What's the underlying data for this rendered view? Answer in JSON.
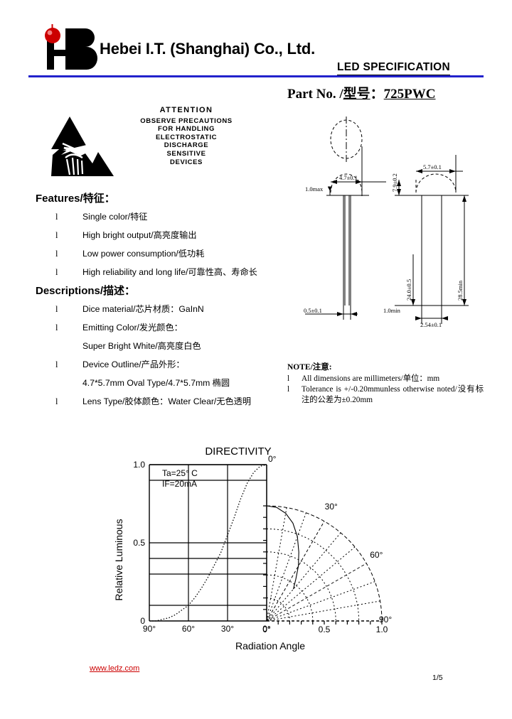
{
  "header": {
    "company": "Hebei I.T. (Shanghai) Co., Ltd.",
    "doc_title": "LED SPECIFICATION",
    "part_label": "Part  No.  /",
    "part_label_cn": "型号",
    "part_colon": "：",
    "part_number": "725PWC",
    "rule_color": "#2222cc",
    "logo_dot_color": "#cc0000"
  },
  "esd": {
    "heading": "ATTENTION",
    "lines": [
      "OBSERVE PRECAUTIONS",
      "FOR HANDLING",
      "ELECTROSTATIC",
      "DISCHARGE",
      "SENSITIVE",
      "DEVICES"
    ]
  },
  "features": {
    "title": "Features/特征：",
    "bullet": "l",
    "items": [
      "Single color/特征",
      "High bright output/高亮度输出",
      "Low power consumption/低功耗",
      "High reliability and long life/可靠性高、寿命长"
    ]
  },
  "descriptions": {
    "title": "Descriptions/描述：",
    "bullet": "l",
    "items": [
      {
        "text": "Dice material/芯片材质：GaInN",
        "indent": false
      },
      {
        "text": "Emitting Color/发光颜色：",
        "indent": false
      },
      {
        "text": "Super Bright White/高亮度白色",
        "indent": true
      },
      {
        "text": "Device Outline/产品外形：",
        "indent": false
      },
      {
        "text": "4.7*5.7mm Oval Type/4.7*5.7mm 椭圆",
        "indent": true
      },
      {
        "text": "Lens Type/胶体颜色：Water Clear/无色透明",
        "indent": false
      }
    ]
  },
  "note": {
    "title": "NOTE/注意:",
    "bullet": "l",
    "items": [
      "All dimensions are millimeters/单位：mm",
      "Tolerance is +/-0.20mmunless otherwise noted/没有标注的公差为±0.20mm"
    ]
  },
  "drawing": {
    "dims": {
      "width_front": "4.7±0.1",
      "width_side": "5.7±0.1",
      "lens_height": "7.9±0.2",
      "flange": "1.0max",
      "lead_width": "0.5±0.1",
      "lead_pitch": "2.54±0.1",
      "lead_length": "28.5min",
      "lead_min": "1.0min",
      "body_height": "24.0±0.5"
    }
  },
  "chart_data": {
    "type": "line",
    "title": "DIRECTIVITY",
    "xlabel": "Radiation Angle",
    "ylabel": "Relative Luminous",
    "annotations": [
      "Ta=25° C",
      "IF=20mA"
    ],
    "cartesian": {
      "x_ticks": [
        "90°",
        "60°",
        "30°",
        "0°"
      ],
      "x_tick_values": [
        90,
        60,
        30,
        0
      ],
      "y_ticks": [
        "0",
        "0.5",
        "1.0"
      ],
      "y_tick_values": [
        0,
        0.5,
        1.0
      ],
      "ylim": [
        0,
        1.0
      ],
      "xlim": [
        90,
        0
      ],
      "gridlines_y": [
        0.1,
        0.3,
        0.4,
        0.5,
        0.9,
        1.0
      ],
      "gridlines_x": [
        60,
        30,
        0
      ],
      "grid": true,
      "series": [
        {
          "name": "Relative Luminous Intensity",
          "x": [
            90,
            85,
            80,
            75,
            70,
            65,
            60,
            55,
            50,
            45,
            40,
            35,
            30,
            25,
            20,
            15,
            10,
            5,
            0
          ],
          "y": [
            0.0,
            0.0,
            0.01,
            0.02,
            0.04,
            0.07,
            0.1,
            0.15,
            0.21,
            0.28,
            0.36,
            0.44,
            0.55,
            0.66,
            0.78,
            0.88,
            0.95,
            0.99,
            1.0
          ]
        }
      ]
    },
    "polar": {
      "angle_ticks": [
        "0°",
        "30°",
        "60°",
        "90°"
      ],
      "angle_tick_values": [
        0,
        30,
        60,
        90
      ],
      "radial_ticks": [
        "0°",
        "0.5",
        "1.0"
      ],
      "radial_tick_values": [
        0,
        0.5,
        1.0
      ],
      "rlim": [
        0,
        1.0
      ],
      "radial_grid": [
        0.2,
        0.4,
        0.6,
        0.8,
        1.0
      ],
      "angular_grid_step": 10,
      "pattern": {
        "name": "Radiation pattern",
        "angles": [
          0,
          5,
          10,
          15,
          20,
          25,
          30,
          35,
          40
        ],
        "radii": [
          1.0,
          0.99,
          0.95,
          0.88,
          0.78,
          0.66,
          0.55,
          0.44,
          0.36
        ]
      }
    }
  },
  "footer": {
    "website": "www.ledz.com",
    "page": "1/5"
  }
}
